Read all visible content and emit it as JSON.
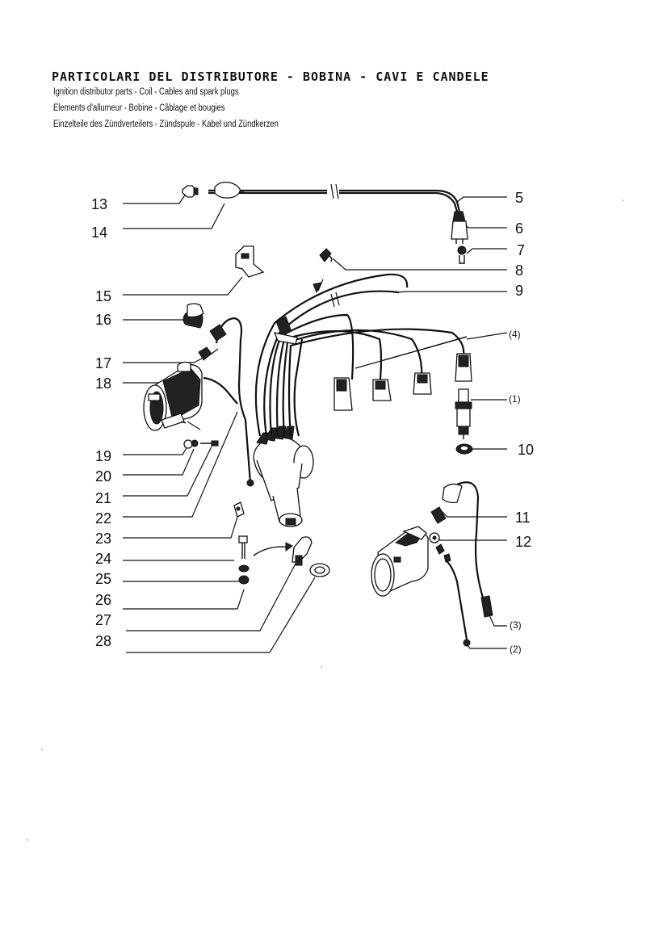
{
  "header": {
    "title_it": "PARTICOLARI DEL DISTRIBUTORE - BOBINA - CAVI E CANDELE",
    "title_en": "Ignition distributor parts - Coil - Cables and spark plugs",
    "title_fr": "Elements d'allumeur - Bobine - Câblage et bougies",
    "title_de": "Einzelteile des Zündverteilers - Zündspule - Kabel und Zündkerzen"
  },
  "callouts_left": [
    "13",
    "14",
    "15",
    "16",
    "17",
    "18",
    "19",
    "20",
    "21",
    "22",
    "23",
    "24",
    "25",
    "26",
    "27",
    "28"
  ],
  "callouts_right": [
    "5",
    "6",
    "7",
    "8",
    "9",
    "(4)",
    "(1)",
    "10",
    "11",
    "12",
    "(3)",
    "(2)"
  ]
}
